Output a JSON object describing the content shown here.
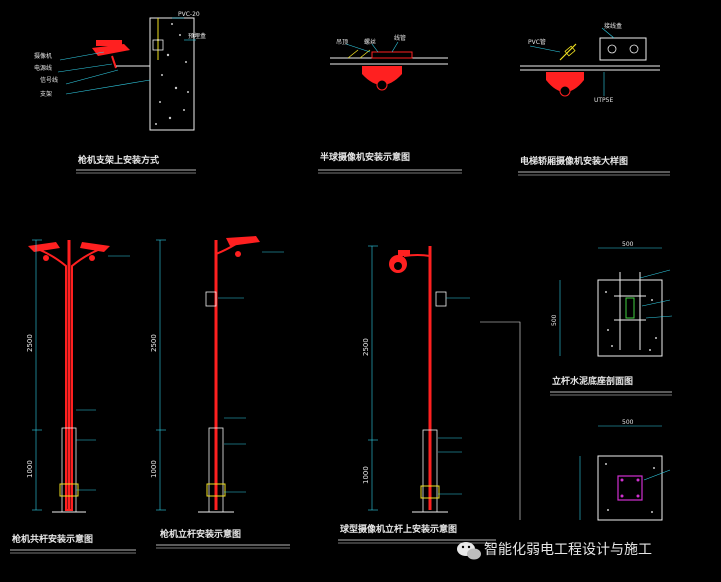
{
  "drawings": {
    "wall_mount": {
      "title": "枪机支架上安装方式",
      "labels": [
        "PVC-20",
        "预埋盒",
        "摄像机",
        "电源线",
        "信号线",
        "支架"
      ]
    },
    "dome_ceiling": {
      "title": "半球摄像机安装示意图",
      "labels": [
        "吊顶",
        "螺丝",
        "线管"
      ]
    },
    "ceiling_dome": {
      "title": "电梯轿厢摄像机安装大样图",
      "labels": [
        "PVC管",
        "接线盒",
        "UTP5E"
      ]
    },
    "pole_twin": {
      "title": "枪机共杆安装示意图",
      "dims": [
        "2500",
        "1000"
      ]
    },
    "pole_single": {
      "title": "枪机立杆安装示意图",
      "dims": [
        "2500",
        "1000"
      ]
    },
    "pole_dome": {
      "title": "球型摄像机立杆上安装示意图",
      "dims": [
        "2500",
        "1000"
      ]
    },
    "foundation_section": {
      "title": "立杆水泥底座剖面图",
      "dims": [
        "500",
        "500"
      ]
    },
    "foundation_plan": {
      "dims": [
        "500"
      ]
    }
  },
  "watermark": {
    "text": "智能化弱电工程设计与施工"
  },
  "colors": {
    "bg": "#000000",
    "red": "#ff2020",
    "white": "#f0f0f0",
    "cyan": "#30d0e8",
    "green": "#40d040",
    "yellow": "#f0e020",
    "magenta": "#d030d0",
    "gray": "#c8c8c8"
  }
}
